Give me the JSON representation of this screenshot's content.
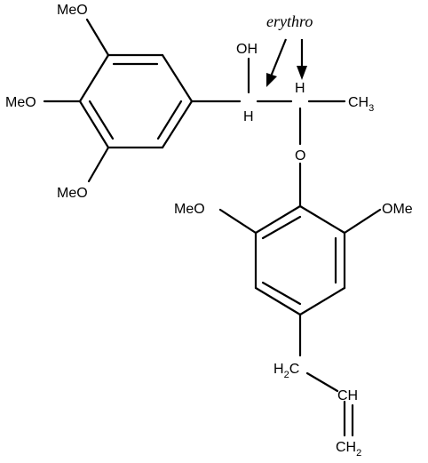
{
  "diagram": {
    "annotation": "erythro",
    "labels": {
      "meo_top": "MeO",
      "meo_mid": "MeO",
      "meo_bottom": "MeO",
      "oh": "OH",
      "h_alpha_bottom": "H",
      "h_beta_top": "H",
      "methyl": "CH",
      "methyl_sub": "3",
      "ether_o": "O",
      "meo_left_ring2": "MeO",
      "ome_right_ring2": "OMe",
      "ch2_allyl": "H",
      "ch2_allyl_sub": "2",
      "ch2_allyl_c": "C",
      "ch_vinyl": "CH",
      "ch2_terminal": "CH",
      "ch2_terminal_sub": "2"
    }
  }
}
